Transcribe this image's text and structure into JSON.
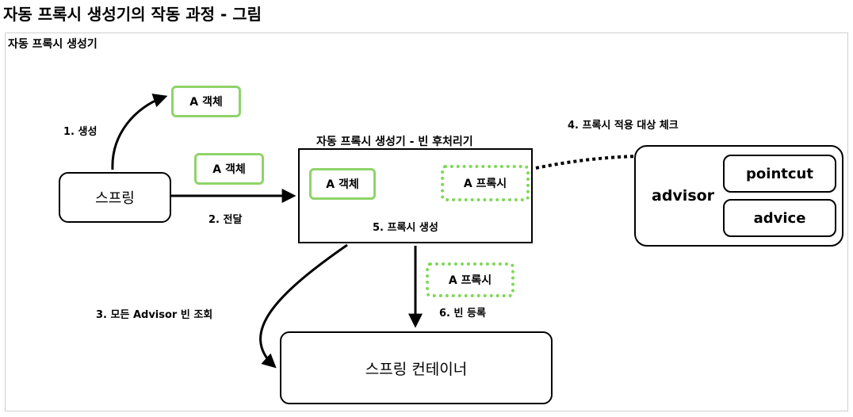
{
  "title": "자동 프록시 생성기의 작동 과정 - 그림",
  "diagram": {
    "frame_title": "자동 프록시 생성기",
    "nodes": {
      "spring": "스프링",
      "object_created": "A 객체",
      "object_passed": "A 객체",
      "postprocessor_title": "자동 프록시 생성기 - 빈 후처리기",
      "pp_object": "A 객체",
      "pp_proxy": "A 프록시",
      "pp_step": "5. 프록시 생성",
      "registered_proxy": "A 프록시",
      "container": "스프링 컨테이너",
      "advisor": "advisor",
      "pointcut": "pointcut",
      "advice": "advice"
    },
    "edges": {
      "step1": "1. 생성",
      "step2": "2. 전달",
      "step3": "3. 모든 Advisor 빈 조회",
      "step4": "4. 프록시 적용 대상 체크",
      "step6": "6. 빈 등록"
    },
    "colors": {
      "green_solid": "#8fd46a",
      "green_dotted": "#7ed957",
      "stroke": "#000000",
      "frame_border": "#cfcfcf"
    }
  }
}
